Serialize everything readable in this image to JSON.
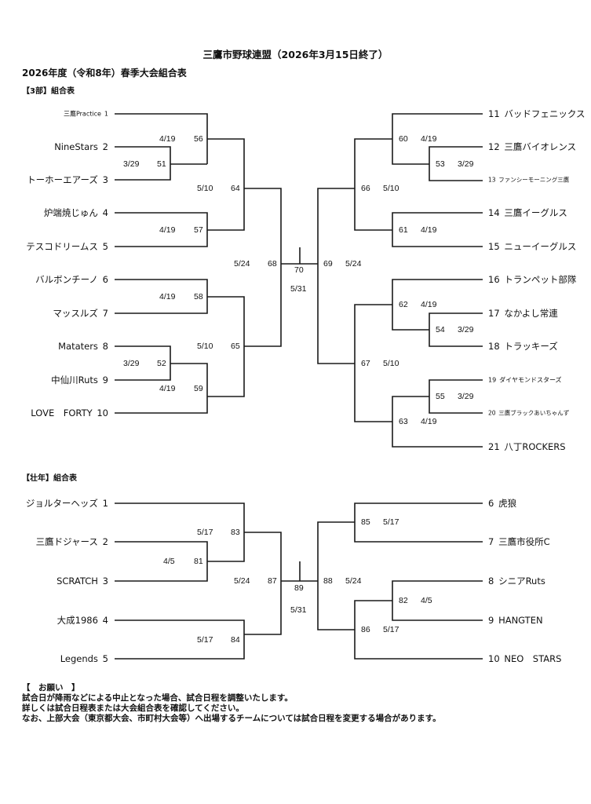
{
  "header": {
    "title": "三鷹市野球連盟（2026年3月15日終了）",
    "subtitle": "2026年度（令和8年）春季大会組合表"
  },
  "div3": {
    "section_label": "【3部】組合表",
    "left_teams": [
      {
        "name": "三鷹Practice",
        "num": "1"
      },
      {
        "name": "NineStars",
        "num": "2"
      },
      {
        "name": "トーホーエアーズ",
        "num": "3"
      },
      {
        "name": "炉端焼じゅん",
        "num": "4"
      },
      {
        "name": "テスコドリームス",
        "num": "5"
      },
      {
        "name": "バルボンチーノ",
        "num": "6"
      },
      {
        "name": "マッスルズ",
        "num": "7"
      },
      {
        "name": "Mataters",
        "num": "8"
      },
      {
        "name": "中仙川Ruts",
        "num": "9"
      },
      {
        "name": "LOVE　FORTY",
        "num": "10"
      }
    ],
    "right_teams": [
      {
        "num": "11",
        "name": "バッドフェニックス"
      },
      {
        "num": "12",
        "name": "三鷹バイオレンス"
      },
      {
        "num": "13",
        "name": "ファンシーモーニング三鷹"
      },
      {
        "num": "14",
        "name": "三鷹イーグルス"
      },
      {
        "num": "15",
        "name": "ニューイーグルス"
      },
      {
        "num": "16",
        "name": "トランペット部隊"
      },
      {
        "num": "17",
        "name": "なかよし常連"
      },
      {
        "num": "18",
        "name": "トラッキーズ"
      },
      {
        "num": "19",
        "name": "ダイヤモンドスターズ"
      },
      {
        "num": "20",
        "name": "三鷹ブラックあいちゃんず"
      },
      {
        "num": "21",
        "name": "八丁ROCKERS"
      }
    ],
    "matches": [
      {
        "no": "51",
        "date": "3/29"
      },
      {
        "no": "56",
        "date": "4/19"
      },
      {
        "no": "57",
        "date": "4/19"
      },
      {
        "no": "64",
        "date": "5/10"
      },
      {
        "no": "58",
        "date": "4/19"
      },
      {
        "no": "52",
        "date": "3/29"
      },
      {
        "no": "59",
        "date": "4/19"
      },
      {
        "no": "65",
        "date": "5/10"
      },
      {
        "no": "68",
        "date": "5/24"
      },
      {
        "no": "70",
        "date": "5/31"
      },
      {
        "no": "69",
        "date": "5/24"
      },
      {
        "no": "60",
        "date": "4/19"
      },
      {
        "no": "53",
        "date": "3/29"
      },
      {
        "no": "66",
        "date": "5/10"
      },
      {
        "no": "61",
        "date": "4/19"
      },
      {
        "no": "62",
        "date": "4/19"
      },
      {
        "no": "54",
        "date": "3/29"
      },
      {
        "no": "67",
        "date": "5/10"
      },
      {
        "no": "55",
        "date": "3/29"
      },
      {
        "no": "63",
        "date": "4/19"
      }
    ]
  },
  "senior": {
    "section_label": "【壮年】組合表",
    "left_teams": [
      {
        "name": "ジョルターヘッズ",
        "num": "1"
      },
      {
        "name": "三鷹ドジャース",
        "num": "2"
      },
      {
        "name": "SCRATCH",
        "num": "3"
      },
      {
        "name": "大成1986",
        "num": "4"
      },
      {
        "name": "Legends",
        "num": "5"
      }
    ],
    "right_teams": [
      {
        "num": "6",
        "name": "虎狼"
      },
      {
        "num": "7",
        "name": "三鷹市役所C"
      },
      {
        "num": "8",
        "name": "シニアRuts"
      },
      {
        "num": "9",
        "name": "HANGTEN"
      },
      {
        "num": "10",
        "name": "NEO　STARS"
      }
    ],
    "matches": [
      {
        "no": "83",
        "date": "5/17"
      },
      {
        "no": "81",
        "date": "4/5"
      },
      {
        "no": "87",
        "date": "5/24"
      },
      {
        "no": "84",
        "date": "5/17"
      },
      {
        "no": "89",
        "date": "5/31"
      },
      {
        "no": "88",
        "date": "5/24"
      },
      {
        "no": "85",
        "date": "5/17"
      },
      {
        "no": "82",
        "date": "4/5"
      },
      {
        "no": "86",
        "date": "5/17"
      }
    ]
  },
  "notes": {
    "heading": "【　お願い　】",
    "lines": [
      "試合日が降雨などによる中止となった場合、試合日程を調整いたします。",
      "詳しくは試合日程表または大会組合表を確認してください。",
      "なお、上部大会（東京都大会、市町村大会等）へ出場するチームについては試合日程を変更する場合があります。"
    ]
  },
  "colors": {
    "line": "#1a1a1a",
    "text": "#111111"
  }
}
